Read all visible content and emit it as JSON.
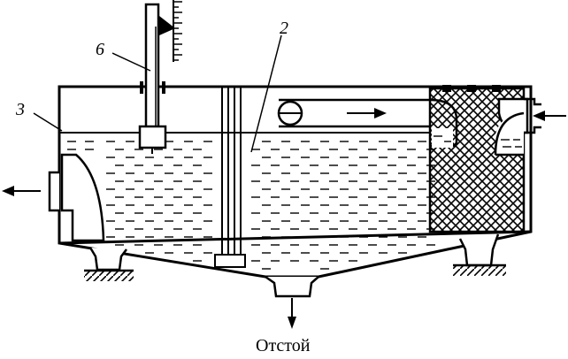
{
  "labels": {
    "callout_2": "2",
    "callout_3": "3",
    "callout_6": "6",
    "caption_bottom": "Отстой"
  }
}
